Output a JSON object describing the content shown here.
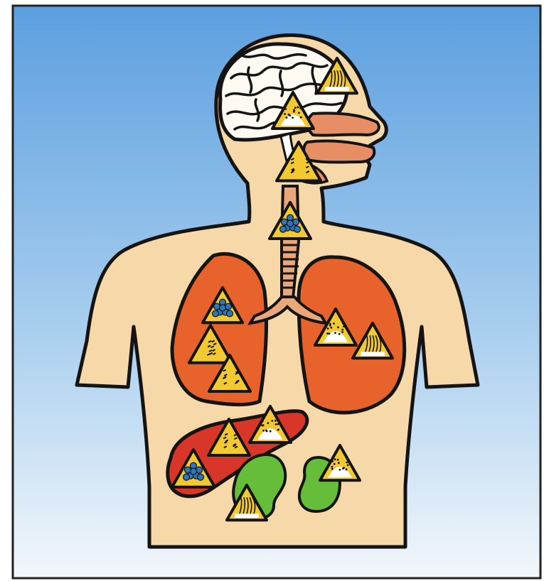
{
  "colors": {
    "sky_top": "#5c9fdf",
    "sky_bottom": "#f3f7fb",
    "frame": "#222222",
    "skin": "#f7d8a9",
    "outline": "#141414",
    "lung": "#e8622c",
    "liver": "#d9362a",
    "kidney": "#66bd3a",
    "mouth": "#e78e64",
    "trachea": "#e9a77a",
    "marker_fill": "#f3c932",
    "marker_dots": "#ffffff",
    "cluster": "#2f76b9"
  },
  "organs": [
    "brain",
    "nose-and-mouth",
    "throat",
    "trachea",
    "left-lung",
    "right-lung",
    "liver",
    "left-kidney",
    "right-kidney"
  ],
  "marker_types": [
    "flecked-triangle",
    "dotted-triangle",
    "fibre-triangle",
    "cluster-triangle"
  ]
}
